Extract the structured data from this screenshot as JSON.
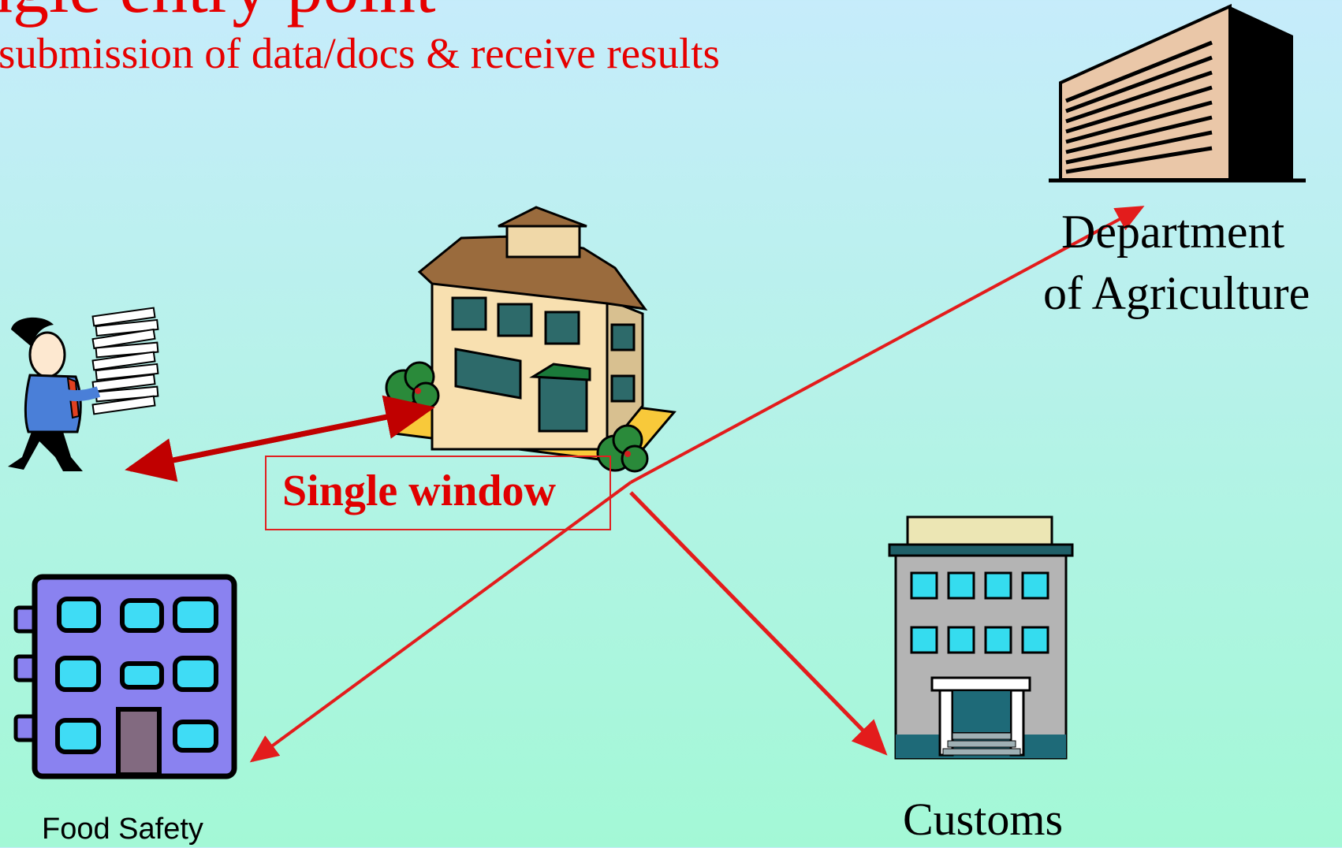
{
  "slide": {
    "title": "ngle entry point",
    "subtitle": "submission of data/docs & receive results"
  },
  "labels": {
    "agriculture_line1": "Department",
    "agriculture_line2": "of Agriculture",
    "single_window": "Single window",
    "customs": "Customs",
    "food_safety": "Food Safety"
  },
  "colors": {
    "title": "#e60000",
    "arrow": "#e31c1c",
    "arrow_dark": "#c00000"
  },
  "icons": [
    "trader-with-documents-icon",
    "single-window-building-icon",
    "agriculture-office-building-icon",
    "customs-building-icon",
    "food-safety-building-icon"
  ]
}
